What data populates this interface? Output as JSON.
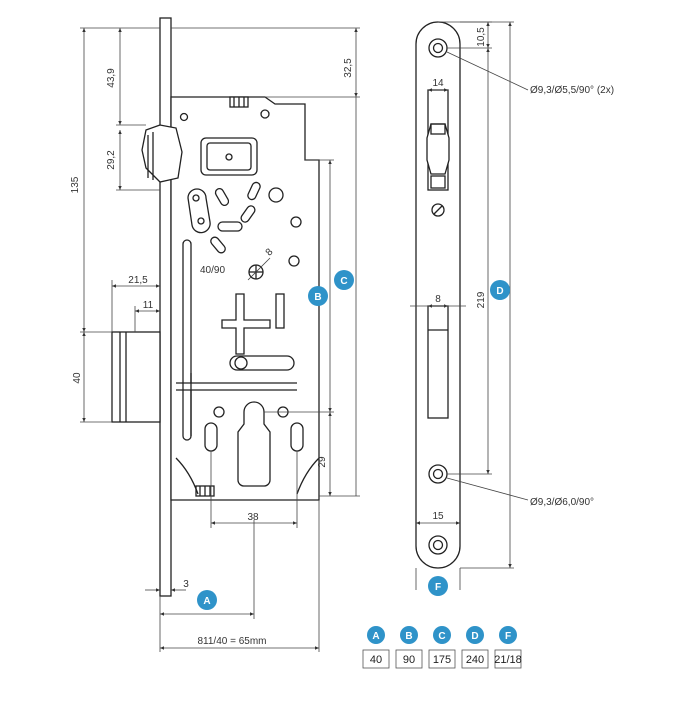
{
  "colors": {
    "badge": "#2f93c9",
    "line": "#222222",
    "dim": "#444444"
  },
  "dims": {
    "d135": "135",
    "d43_9": "43,9",
    "d29_2": "29,2",
    "d21_5": "21,5",
    "d11": "11",
    "d40": "40",
    "d32_5": "32,5",
    "d40_90": "40/90",
    "d8_hole": "8",
    "d29": "29",
    "d38": "38",
    "d3": "3",
    "backset": "811/40 = 65mm",
    "d10_5": "10,5",
    "d14": "14",
    "hole_top": "Ø9,3/Ø5,5/90° (2x)",
    "d219": "219",
    "d8_slot": "8",
    "hole_bottom": "Ø9,3/Ø6,0/90°",
    "d15": "15"
  },
  "badges": {
    "a": "A",
    "b": "B",
    "c": "C",
    "d": "D",
    "f": "F"
  },
  "legend": [
    {
      "letter": "A",
      "value": "40"
    },
    {
      "letter": "B",
      "value": "90"
    },
    {
      "letter": "C",
      "value": "175"
    },
    {
      "letter": "D",
      "value": "240"
    },
    {
      "letter": "F",
      "value": "21/18"
    }
  ]
}
